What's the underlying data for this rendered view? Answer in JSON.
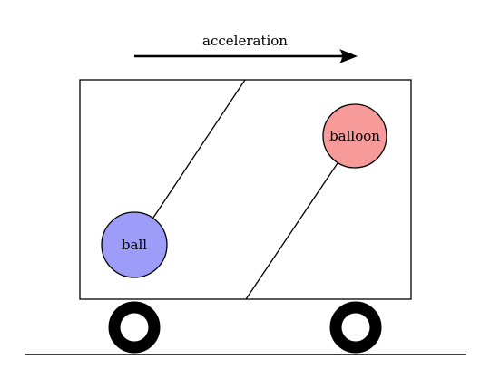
{
  "diagram": {
    "arrow_label": "acceleration",
    "ball_label": "ball",
    "balloon_label": "balloon"
  },
  "colors": {
    "ball_fill": "#9d9cf8",
    "balloon_fill": "#f69a9a",
    "stroke": "#000000",
    "background": "#ffffff"
  }
}
